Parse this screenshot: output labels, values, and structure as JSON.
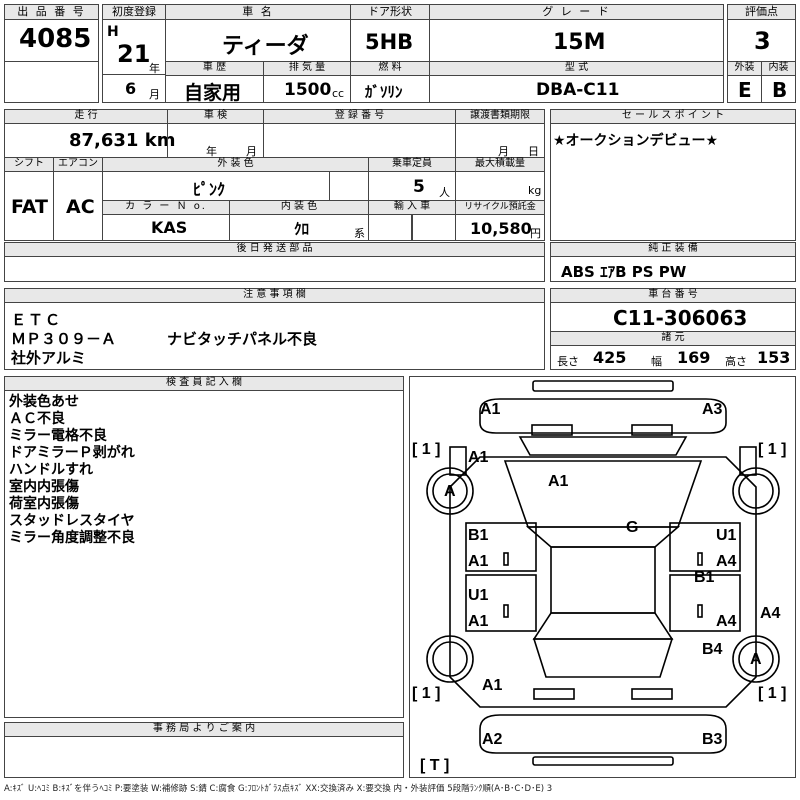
{
  "labels": {
    "lot_no": "出 品 番 号",
    "first_reg": "初度登録",
    "car_name": "車 名",
    "door": "ドア形状",
    "grade": "グ レ ー ド",
    "score": "評価点",
    "history": "車 歴",
    "displacement": "排 気 量",
    "fuel": "燃 料",
    "model": "型 式",
    "exterior": "外装",
    "interior": "内装",
    "mileage": "走 行",
    "inspection": "車 検",
    "registration": "登 録 番 号",
    "transfer_deadline": "譲渡書類期限",
    "sales_point": "セ ー ル ス ポ イ ン ト",
    "shift": "シフト",
    "aircon": "エアコン",
    "ext_color": "外 装 色",
    "capacity": "乗車定員",
    "max_load": "最大積載量",
    "color_no": "カ ラ ー Ｎ o.",
    "int_color": "内 装 色",
    "import": "輸 入 車",
    "recycle": "リサイクル預託金",
    "later_parts": "後 日 発 送 部 品",
    "genuine_equip": "純 正 装 備",
    "caution": "注 意 事 項 欄",
    "chassis_no": "車 台 番 号",
    "specs": "諸 元",
    "inspector": "検 査 員 記 入 欄",
    "office": "事 務 局 よ り ご 案 内"
  },
  "values": {
    "lot_no": "4085",
    "era": "H",
    "year": "21",
    "year_unit": "年",
    "month": "6",
    "month_unit": "月",
    "car_name": "ティーダ",
    "door": "5HB",
    "grade": "15M",
    "score": "3",
    "history": "自家用",
    "displacement": "1500",
    "displacement_unit": "cc",
    "fuel": "ｶﾞｿﾘﾝ",
    "model": "DBA-C11",
    "exterior": "E",
    "interior": "B",
    "mileage": "87,631 km",
    "insp_year": "年",
    "insp_month": "月",
    "deadline_month": "月",
    "deadline_day": "日",
    "sales_point": "★オークションデビュー★",
    "shift": "FAT",
    "aircon": "AC",
    "ext_color": "ﾋﾟﾝｸ",
    "capacity": "5",
    "capacity_unit": "人",
    "load_unit": "kg",
    "color_no": "KAS",
    "int_color": "ｸﾛ",
    "int_color_unit": "系",
    "recycle": "10,580",
    "recycle_unit": "円",
    "genuine_equip": "ABS ｴｱB PS PW",
    "caution_1": "ＥＴＣ",
    "caution_2a": "ＭＰ３０９－Ａ",
    "caution_2b": "ナビタッチパネル不良",
    "caution_3": "社外アルミ",
    "chassis_no": "C11-306063",
    "length_label": "長さ",
    "length": "425",
    "width_label": "幅",
    "width": "169",
    "height_label": "高さ",
    "height": "153"
  },
  "inspector_notes": [
    "外装色あせ",
    "ＡＣ不良",
    "ミラー電格不良",
    "ドアミラーＰ剥がれ",
    "ハンドルすれ",
    "室内内張傷",
    "荷室内張傷",
    "スタッドレスタイヤ",
    "ミラー角度調整不良"
  ],
  "diagram_marks": {
    "front_l": "A1",
    "front_r": "A3",
    "bumper_l": "[ 1 ]",
    "bumper_r": "[ 1 ]",
    "fender_fl": "A1",
    "wheel_fl": "A",
    "hood": "A1",
    "roof": "G",
    "door_fl_1": "B1",
    "door_fl_2": "A1",
    "door_rl_1": "U1",
    "door_rl_2": "A1",
    "door_fr_1": "U1",
    "door_fr_2": "A4",
    "pillar_r": "B1",
    "door_rr": "A4",
    "quarter_r": "A4",
    "fender_rr": "B4",
    "wheel_rr": "A",
    "rear_l_bracket": "[ 1 ]",
    "rear_r_bracket": "[ 1 ]",
    "rear_fender_l": "A1",
    "rear_l": "A2",
    "rear_r": "B3",
    "tailgate": "[ T ]"
  },
  "legend": "A:ｷｽﾞ U:ﾍｺﾐ B:ｷｽﾞを伴うﾍｺﾐ P:要塗装 W:補修跡 S:錆 C:腐食 G:ﾌﾛﾝﾄｶﾞﾗｽ点ｷｽﾞ XX:交換済み X:要交換  内・外装評価 5段階ﾗﾝｸ順(A･B･C･D･E) 3"
}
